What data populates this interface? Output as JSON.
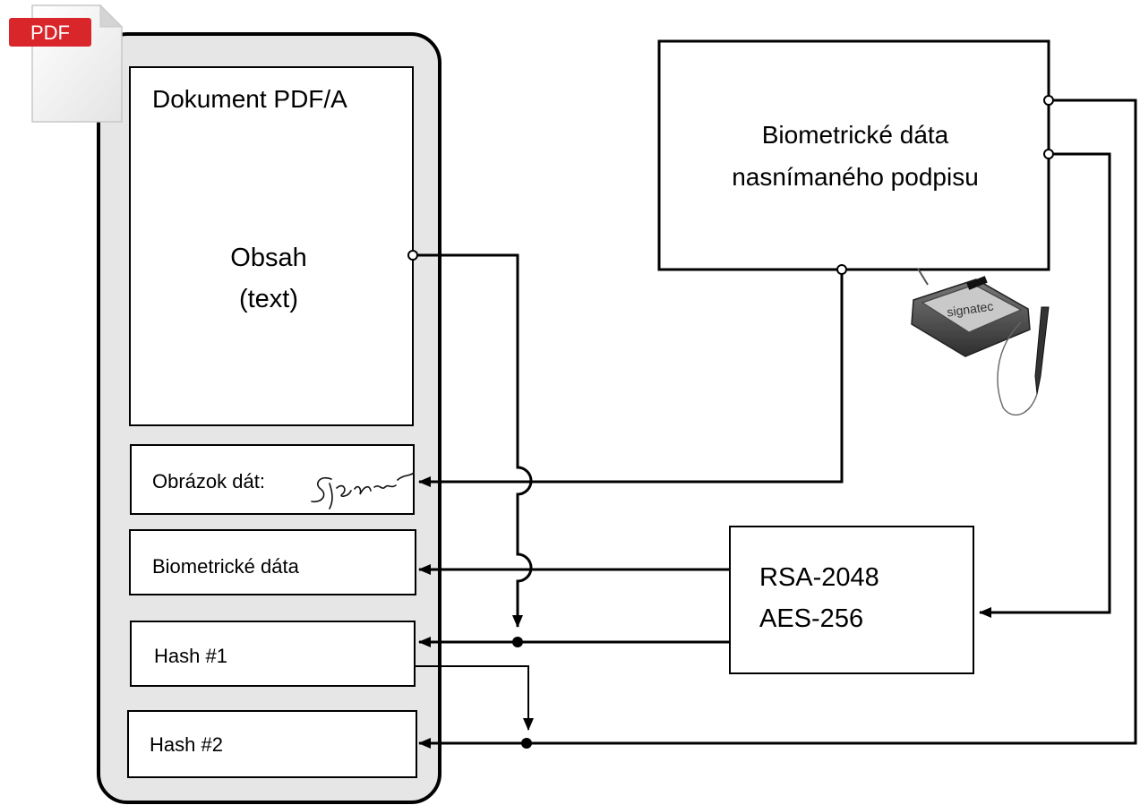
{
  "pdf_badge": {
    "label": "PDF",
    "color": "#d9262b"
  },
  "document": {
    "title": "Dokument PDF/A",
    "content_line1": "Obsah",
    "content_line2": "(text)"
  },
  "fields": {
    "image_data": "Obrázok dát:",
    "signature_script": "Signature",
    "biometric_data": "Biometrické dáta",
    "hash1": "Hash #1",
    "hash2": "Hash #2"
  },
  "biometric_box": {
    "line1": "Biometrické dáta",
    "line2": "nasnímaného podpisu"
  },
  "crypto_box": {
    "line1": "RSA-2048",
    "line2": "AES-256"
  },
  "tablet": {
    "screen_text": "signatec",
    "icon": "signature-pad-icon"
  },
  "colors": {
    "container_fill": "#e6e6e6",
    "stroke": "#000000",
    "pdf_red": "#d9262b"
  }
}
